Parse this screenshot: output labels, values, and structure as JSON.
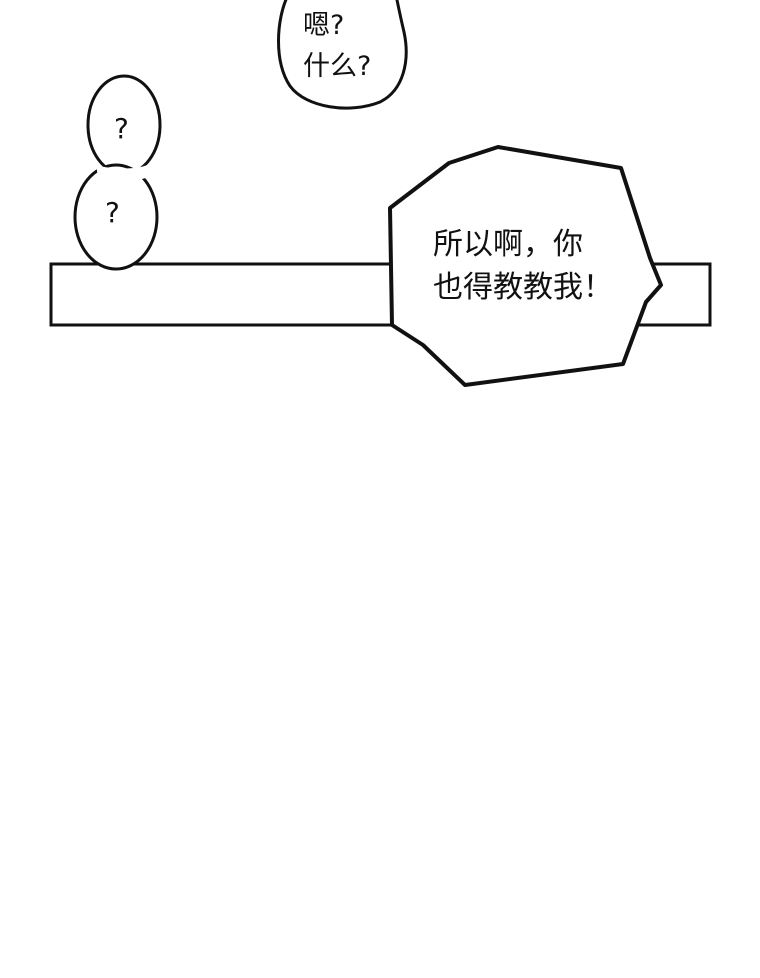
{
  "bubbles": {
    "top": {
      "line1": "嗯?",
      "line2": "什么?"
    },
    "question_1": "?",
    "question_2": "?",
    "main": {
      "line1": "所以啊，你",
      "line2": "也得教教我！"
    }
  },
  "colors": {
    "background": "#ffffff",
    "ink": "#111111"
  }
}
